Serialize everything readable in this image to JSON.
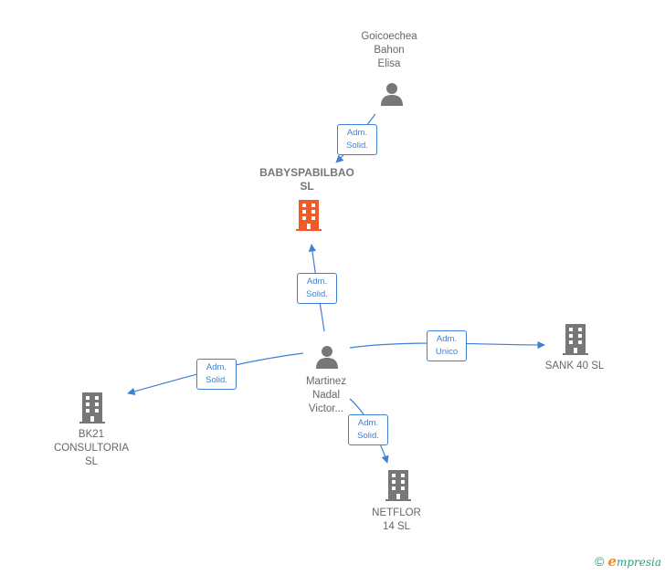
{
  "nodes": [
    {
      "id": "goicoechea",
      "type": "person",
      "label": "Goicoechea\nBahon\nElisa",
      "color": "#777777"
    },
    {
      "id": "babyspabilbao",
      "type": "company",
      "label": "BABYSPABILBAO\nSL",
      "color": "#f05a28",
      "focus": true
    },
    {
      "id": "martinez",
      "type": "person",
      "label": "Martinez\nNadal\nVictor...",
      "color": "#777777"
    },
    {
      "id": "sank40",
      "type": "company",
      "label": "SANK 40  SL",
      "color": "#777777"
    },
    {
      "id": "bk21",
      "type": "company",
      "label": "BK21\nCONSULTORIA\nSL",
      "color": "#777777"
    },
    {
      "id": "netflor",
      "type": "company",
      "label": "NETFLOR\n14  SL",
      "color": "#777777"
    }
  ],
  "edges": [
    {
      "from": "goicoechea",
      "to": "babyspabilbao",
      "label": "Adm.\nSolid."
    },
    {
      "from": "martinez",
      "to": "babyspabilbao",
      "label": "Adm.\nSolid."
    },
    {
      "from": "martinez",
      "to": "sank40",
      "label": "Adm.\nUnico"
    },
    {
      "from": "martinez",
      "to": "bk21",
      "label": "Adm.\nSolid."
    },
    {
      "from": "martinez",
      "to": "netflor",
      "label": "Adm.\nSolid."
    }
  ],
  "colors": {
    "edge": "#3f7fd4",
    "brand": "#2f9c82",
    "brand_accent": "#f08a24"
  },
  "footer": {
    "copyright": "©",
    "brand_first": "e",
    "brand_rest": "mpresia"
  }
}
